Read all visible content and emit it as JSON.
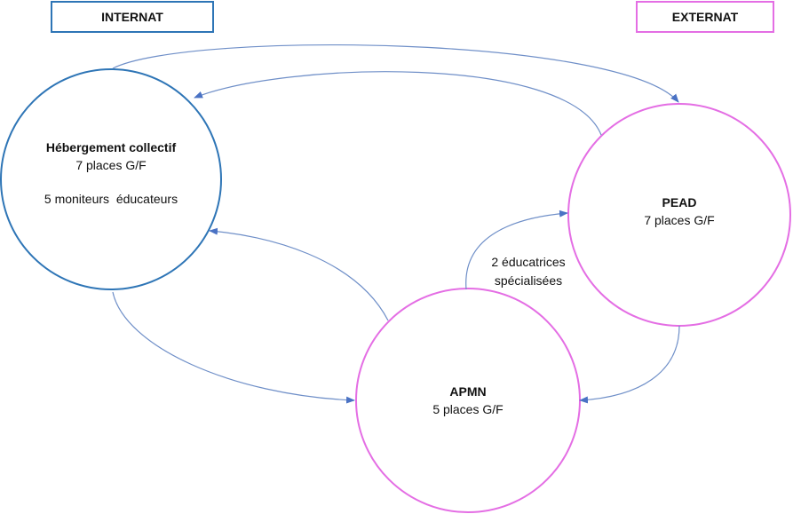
{
  "legend": {
    "internat": "INTERNAT",
    "externat": "EXTERNAT"
  },
  "nodes": {
    "hebergement": {
      "title": "Hébergement collectif",
      "capacity": "7 places G/F",
      "staff": "5 moniteurs  éducateurs"
    },
    "pead": {
      "title": "PEAD",
      "capacity": "7 places G/F"
    },
    "apmn": {
      "title": "APMN",
      "capacity": "5 places G/F"
    }
  },
  "edge_label": {
    "line1": "2 éducatrices",
    "line2": "spécialisées"
  },
  "colors": {
    "internat": "#2e75b6",
    "externat": "#e46ee4",
    "arrow": "#6f8fc8"
  }
}
